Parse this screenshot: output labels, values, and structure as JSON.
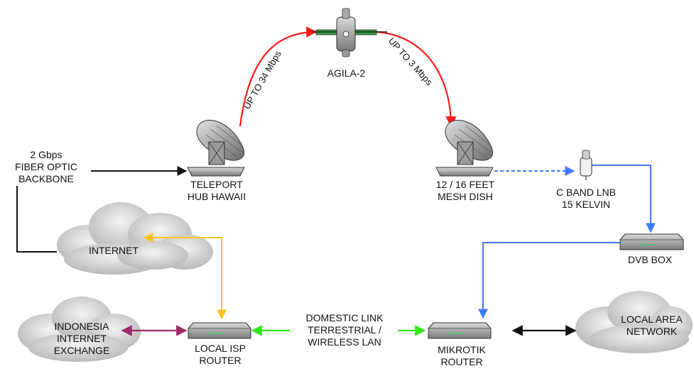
{
  "satellite": {
    "name": "AGILA-2"
  },
  "links": {
    "uplink": "UP TO 34 Mbps",
    "downlink": "UP TO 3 Mbps",
    "domestic": [
      "DOMESTIC LINK",
      "TERRESTRIAL /",
      "WIRELESS LAN"
    ]
  },
  "nodes": {
    "backbone": [
      "2 Gbps",
      "FIBER OPTIC",
      "BACKBONE"
    ],
    "teleport": [
      "TELEPORT",
      "HUB HAWAII"
    ],
    "mesh_dish": [
      "12 / 16 FEET",
      "MESH DISH"
    ],
    "lnb": [
      "C BAND LNB",
      "15 KELVIN"
    ],
    "dvb": "DVB BOX",
    "internet": "INTERNET",
    "iix": [
      "INDONESIA",
      "INTERNET",
      "EXCHANGE"
    ],
    "isp_router": [
      "LOCAL ISP",
      "ROUTER"
    ],
    "mikrotik": [
      "MIKROTIK",
      "ROUTER"
    ],
    "lan": [
      "LOCAL AREA",
      "NETWORK"
    ]
  },
  "colors": {
    "satellite_link": "#ff1a1a",
    "fiber": "#111111",
    "lnb_path": "#3f7bff",
    "internet_path": "#ffc21a",
    "exchange_path": "#9c2a6b",
    "domestic_path": "#33e61a",
    "lan_path": "#111111"
  }
}
